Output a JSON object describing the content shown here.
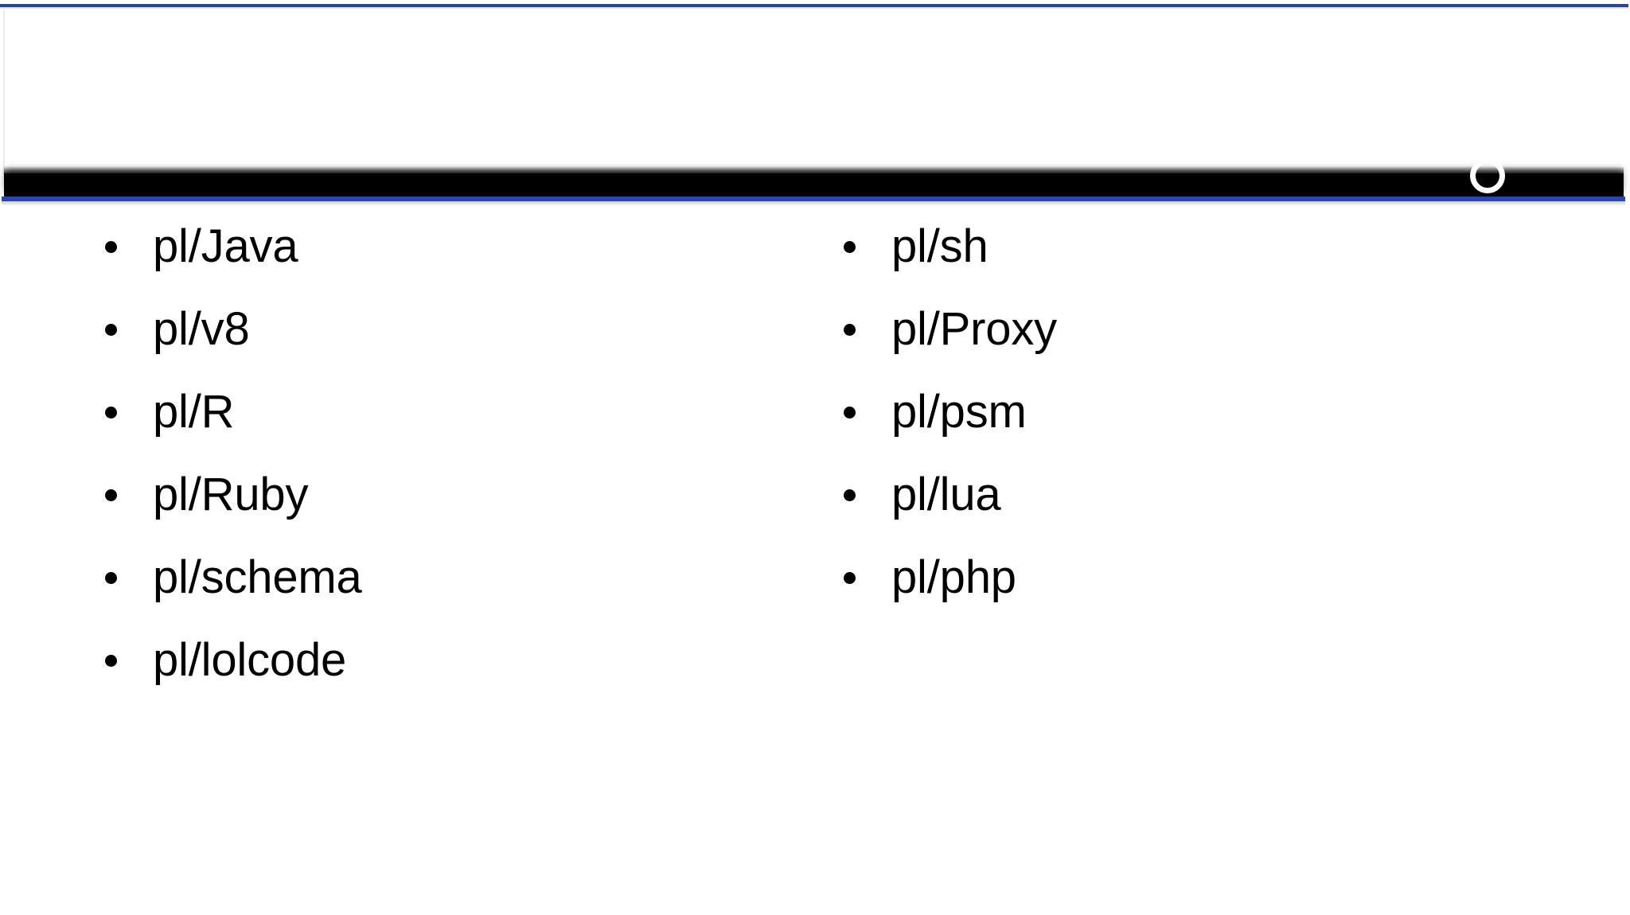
{
  "slide": {
    "title": "",
    "banner_text": "",
    "accent_color": "#2a47ad",
    "banner_color": "#000000",
    "background_color": "#ffffff",
    "text_color": "#000000"
  },
  "icons": {
    "ring": "circle-outline-icon"
  },
  "content": {
    "columns": [
      {
        "name": "left",
        "items": [
          {
            "label": "pl/Java"
          },
          {
            "label": "pl/v8"
          },
          {
            "label": "pl/R"
          },
          {
            "label": "pl/Ruby"
          },
          {
            "label": "pl/schema"
          },
          {
            "label": "pl/lolcode"
          }
        ]
      },
      {
        "name": "right",
        "items": [
          {
            "label": "pl/sh"
          },
          {
            "label": "pl/Proxy"
          },
          {
            "label": "pl/psm"
          },
          {
            "label": "pl/lua"
          },
          {
            "label": "pl/php"
          }
        ]
      }
    ]
  }
}
